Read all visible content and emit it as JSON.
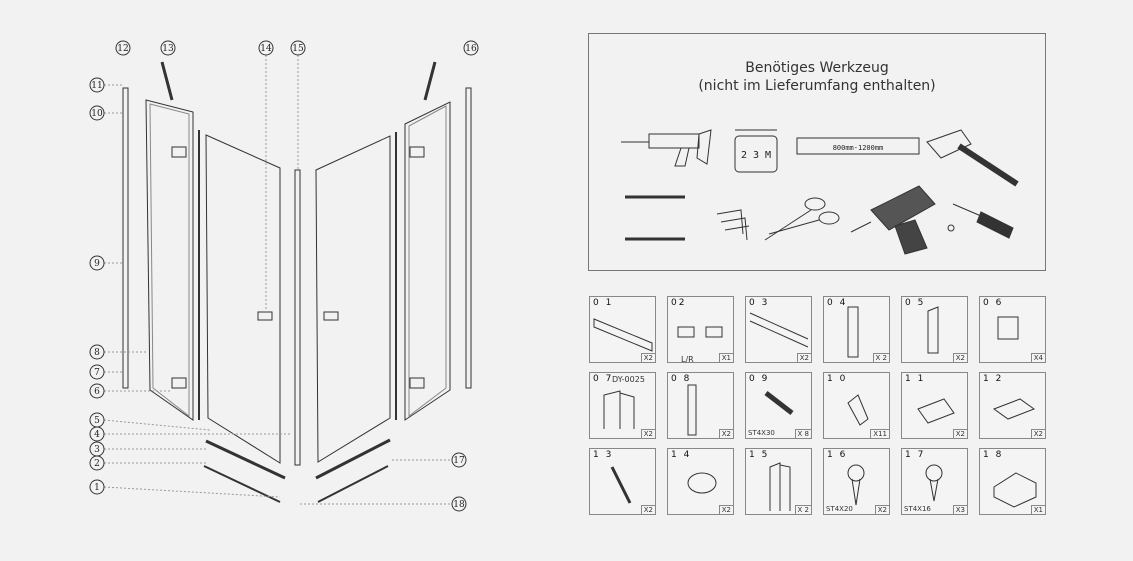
{
  "tools": {
    "title_line1": "Benötiges Werkzeug",
    "title_line2": "(nicht im Lieferumfang enthalten)",
    "tape_label": "2 3 M",
    "level_label": "800mm-1200mm",
    "icons": [
      "silicone-gun-icon",
      "tape-measure-icon",
      "spirit-level-icon",
      "hammer-icon",
      "drill-bit-icon",
      "allen-keys-icon",
      "scissors-icon",
      "cordless-drill-icon",
      "screwdriver-icon",
      "pencil-icon"
    ]
  },
  "callouts": [
    {
      "label": "12"
    },
    {
      "label": "13"
    },
    {
      "label": "14"
    },
    {
      "label": "15"
    },
    {
      "label": "16"
    },
    {
      "label": "11"
    },
    {
      "label": "10"
    },
    {
      "label": "9"
    },
    {
      "label": "8"
    },
    {
      "label": "7"
    },
    {
      "label": "6"
    },
    {
      "label": "5"
    },
    {
      "label": "4"
    },
    {
      "label": "3"
    },
    {
      "label": "2"
    },
    {
      "label": "1"
    },
    {
      "label": "17"
    },
    {
      "label": "18"
    }
  ],
  "parts": [
    {
      "num": "0 1",
      "qty": "X2",
      "note": ""
    },
    {
      "num": "02",
      "qty": "X1",
      "note": "L/R"
    },
    {
      "num": "0 3",
      "qty": "X2",
      "note": ""
    },
    {
      "num": "0 4",
      "qty": "X 2",
      "note": ""
    },
    {
      "num": "0 5",
      "qty": "X2",
      "note": ""
    },
    {
      "num": "0 6",
      "qty": "X4",
      "note": ""
    },
    {
      "num": "0 7",
      "qty": "X2",
      "note": "DY-0025"
    },
    {
      "num": "0 8",
      "qty": "X2",
      "note": ""
    },
    {
      "num": "0 9",
      "qty": "X 8",
      "note": "ST4X30"
    },
    {
      "num": "1 0",
      "qty": "X11",
      "note": ""
    },
    {
      "num": "1 1",
      "qty": "X2",
      "note": ""
    },
    {
      "num": "1 2",
      "qty": "X2",
      "note": ""
    },
    {
      "num": "1 3",
      "qty": "X2",
      "note": ""
    },
    {
      "num": "1 4",
      "qty": "X2",
      "note": ""
    },
    {
      "num": "1 5",
      "qty": "X 2",
      "note": ""
    },
    {
      "num": "1 6",
      "qty": "X2",
      "note": "ST4X20"
    },
    {
      "num": "1 7",
      "qty": "X3",
      "note": "ST4X16"
    },
    {
      "num": "1 8",
      "qty": "X1",
      "note": ""
    }
  ]
}
